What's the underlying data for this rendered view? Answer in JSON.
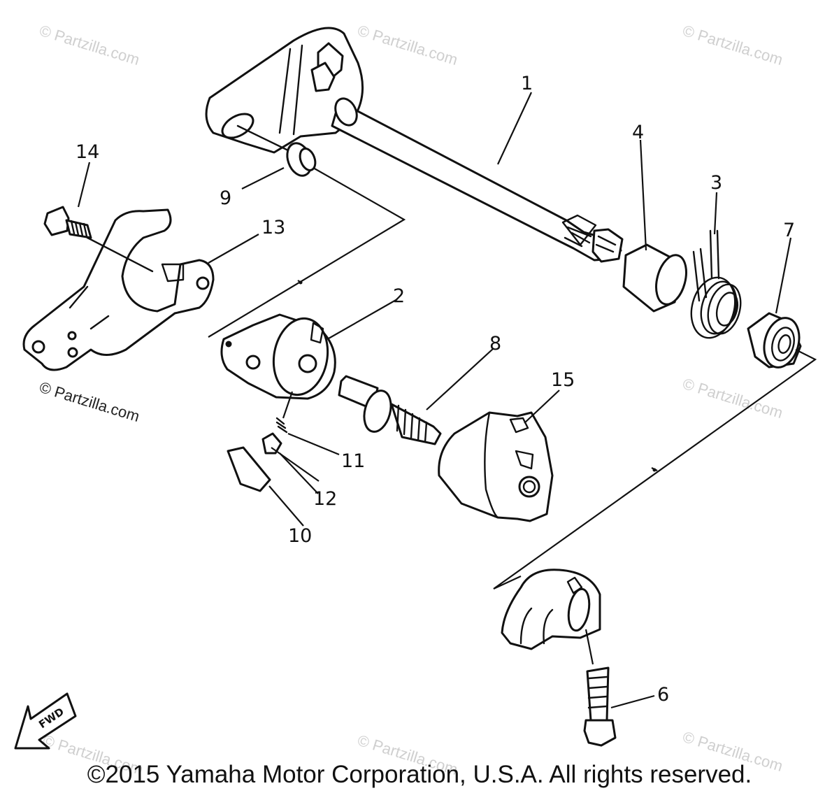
{
  "watermark": "© Partzilla.com",
  "fwd_label": "FWD",
  "copyright": "©2015 Yamaha Motor Corporation, U.S.A. All rights reserved.",
  "callouts": [
    "1",
    "2",
    "3",
    "4",
    "6",
    "7",
    "8",
    "9",
    "10",
    "11",
    "12",
    "13",
    "14",
    "15"
  ]
}
